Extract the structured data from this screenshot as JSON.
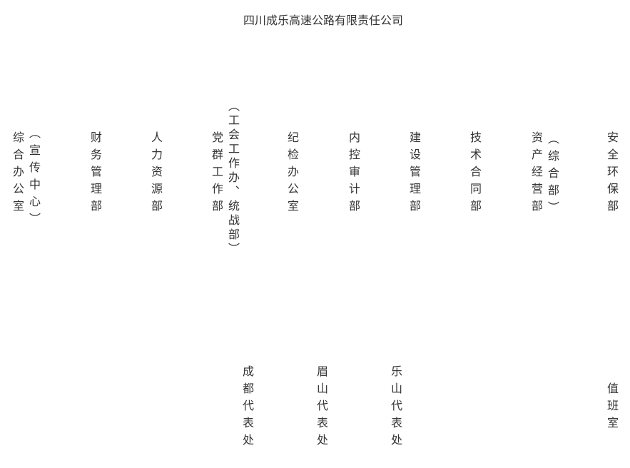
{
  "title": "四川成乐高速公路有限责任公司",
  "departments": [
    {
      "name": "综合办公室",
      "note": "（宣传中心）"
    },
    {
      "name": "财务管理部"
    },
    {
      "name": "人力资源部"
    },
    {
      "name": "党群工作部",
      "note": "（工会工作办、统战部）"
    },
    {
      "name": "纪检办公室"
    },
    {
      "name": "内控审计部"
    },
    {
      "name": "建设管理部"
    },
    {
      "name": "技术合同部"
    },
    {
      "name": "资产经营部",
      "note": "（综合部）"
    },
    {
      "name": "安全环保部"
    }
  ],
  "offices": [
    {
      "name": "成都代表处"
    },
    {
      "name": "眉山代表处"
    },
    {
      "name": "乐山代表处"
    },
    {
      "name": "值班室"
    }
  ]
}
